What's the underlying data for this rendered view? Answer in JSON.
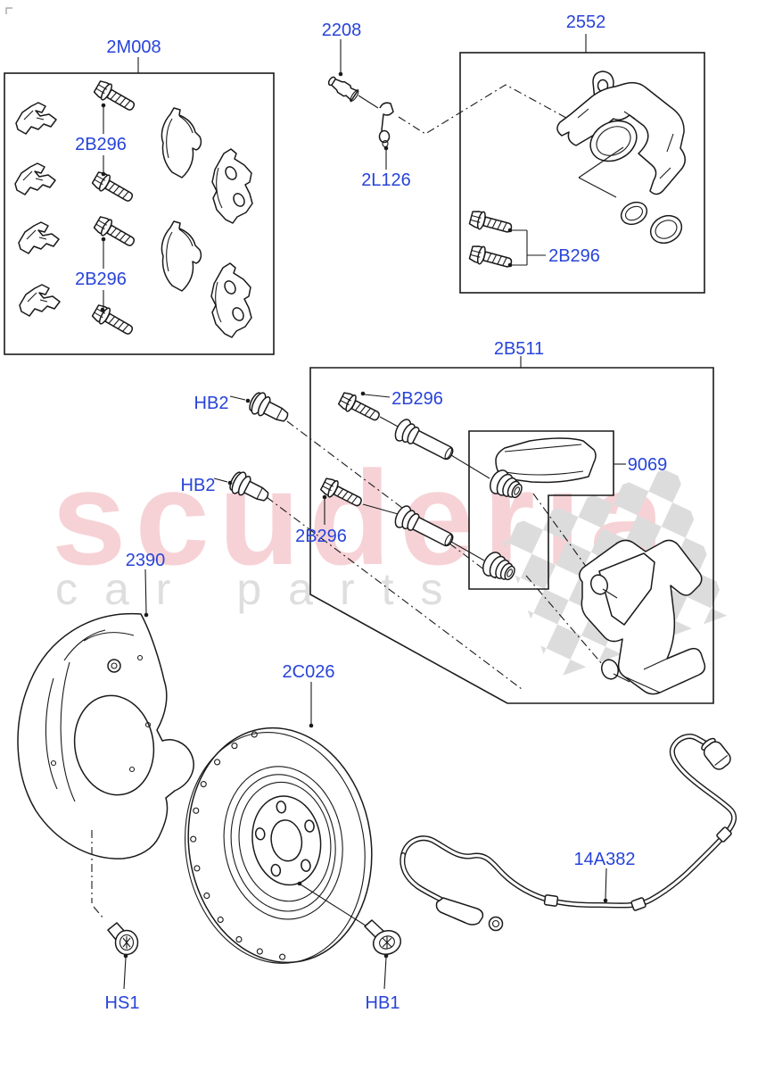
{
  "colors": {
    "label_blue": "#2743d9",
    "line": "#1a1a1a",
    "brand_pink": "#f6d2d6",
    "tagline_gray": "#dedede",
    "checker_gray": "#dcdcdc",
    "bg": "#ffffff"
  },
  "watermark": {
    "brand": "scuderia",
    "tagline": "car parts"
  },
  "labels": {
    "l_2m008": {
      "text": "2M008"
    },
    "l_2b296_a": {
      "text": "2B296"
    },
    "l_2b296_b": {
      "text": "2B296"
    },
    "l_2208": {
      "text": "2208"
    },
    "l_2l126": {
      "text": "2L126"
    },
    "l_2552": {
      "text": "2552"
    },
    "l_2b296_c": {
      "text": "2B296"
    },
    "l_2b511": {
      "text": "2B511"
    },
    "l_hb2_a": {
      "text": "HB2"
    },
    "l_2b296_d": {
      "text": "2B296"
    },
    "l_hb2_b": {
      "text": "HB2"
    },
    "l_2b296_e": {
      "text": "2B296"
    },
    "l_9069": {
      "text": "9069"
    },
    "l_2390": {
      "text": "2390"
    },
    "l_2c026": {
      "text": "2C026"
    },
    "l_14a382": {
      "text": "14A382"
    },
    "l_hs1": {
      "text": "HS1"
    },
    "l_hb1": {
      "text": "HB1"
    }
  }
}
